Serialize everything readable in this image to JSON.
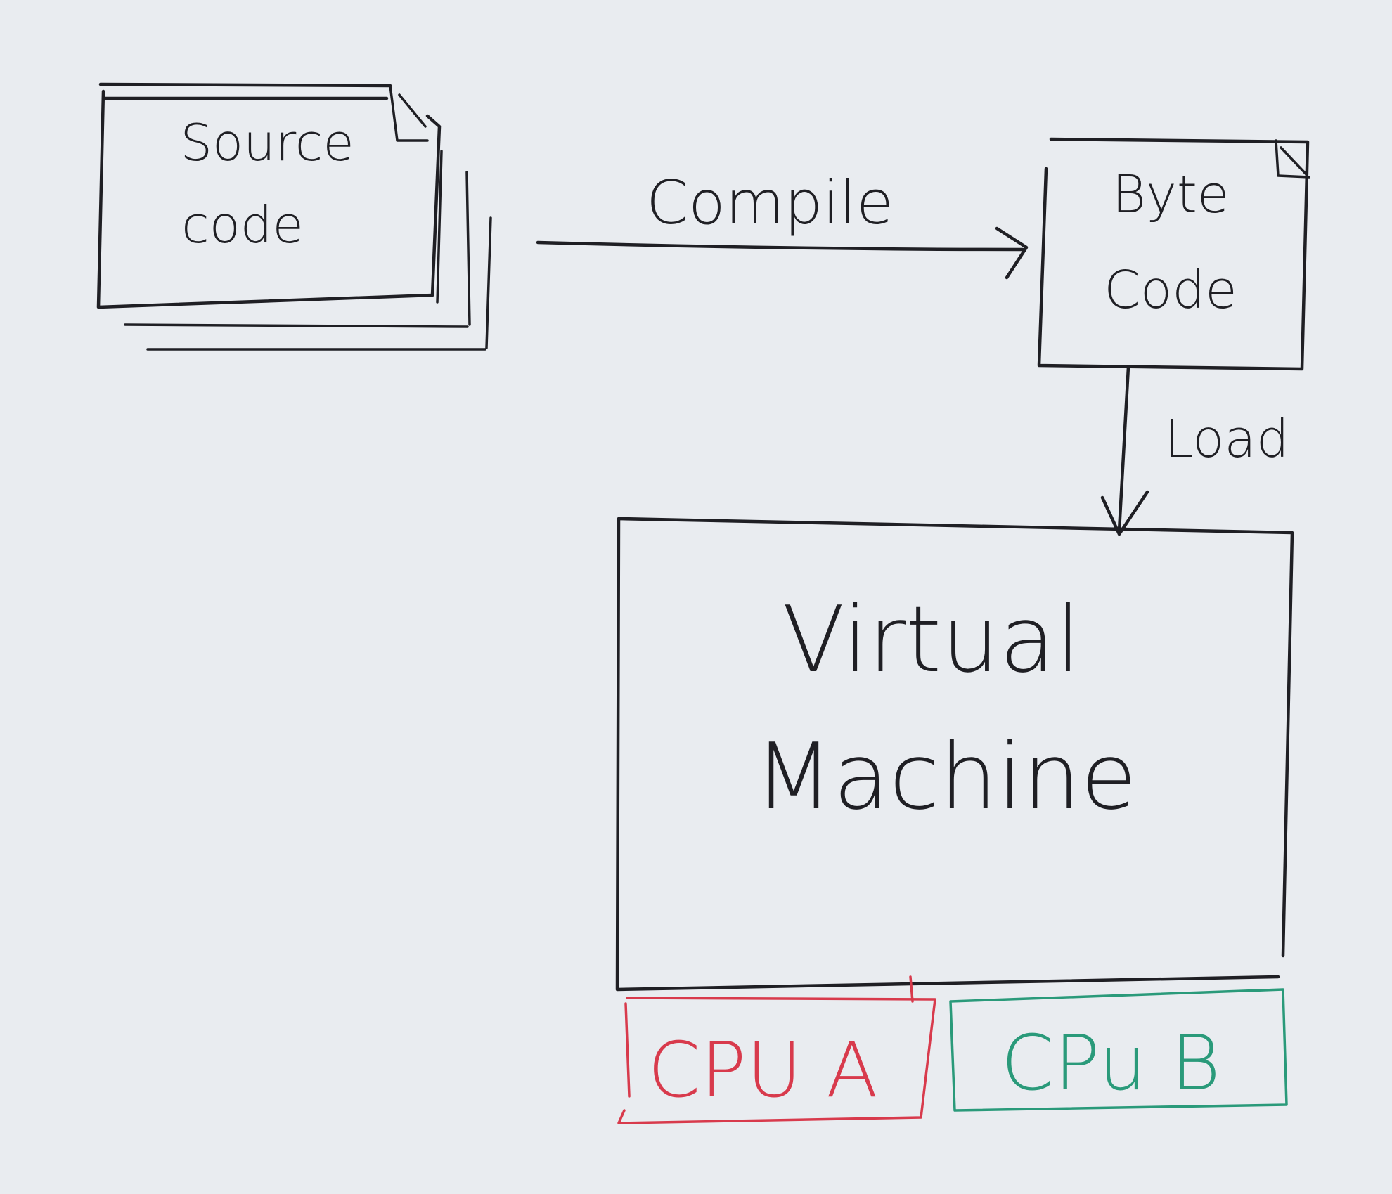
{
  "nodes": {
    "source": {
      "line1": "Source",
      "line2": "code"
    },
    "bytecode": {
      "line1": "Byte",
      "line2": "Code"
    },
    "vm": {
      "line1": "Virtual",
      "line2": "Machine"
    },
    "cpu_a": {
      "label": "CPU A",
      "color": "#d83a4c"
    },
    "cpu_b": {
      "label": "CPu B",
      "color": "#2a9a7a"
    }
  },
  "edges": {
    "compile": {
      "label": "Compile"
    },
    "load": {
      "label": "Load"
    }
  },
  "ink_color": "#1f1f24",
  "paper_color": "#e9ecf0"
}
